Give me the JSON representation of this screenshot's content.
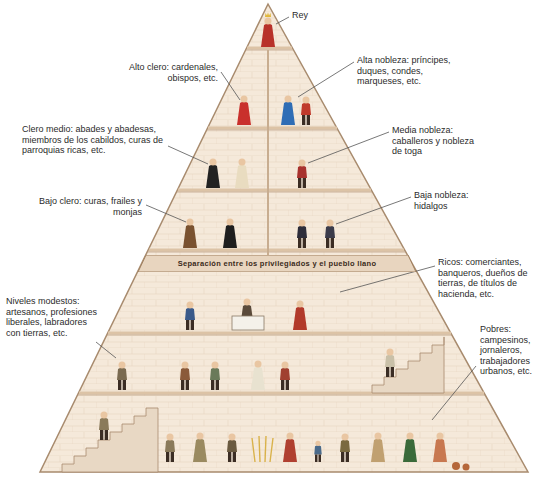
{
  "diagram": {
    "nodes": [
      {
        "text": [
          "Separación entre los privilegiados y el pueblo llano"
        ]
      }
    ],
    "labels": [
      "Rey",
      "Alto clero: cardenales, obispos, etc.",
      "Alta nobleza: príncipes, duques, condes, marqueses, etc.",
      "Clero medio: abades y abadesas, miembros de los cabildos, curas de parroquias ricas, etc.",
      "Media nobleza: caballeros y nobleza de toga",
      "Bajo clero: curas, frailes y monjas",
      "Baja nobleza: hidalgos",
      "Ricos: comerciantes, banqueros, dueños de tierras, de títulos de hacienda, etc.",
      "Niveles modestos: artesanos, profesiones liberales, labradores con tierras, etc.",
      "Pobres: campesinos, jornaleros, trabajadores urbanos, etc."
    ]
  }
}
